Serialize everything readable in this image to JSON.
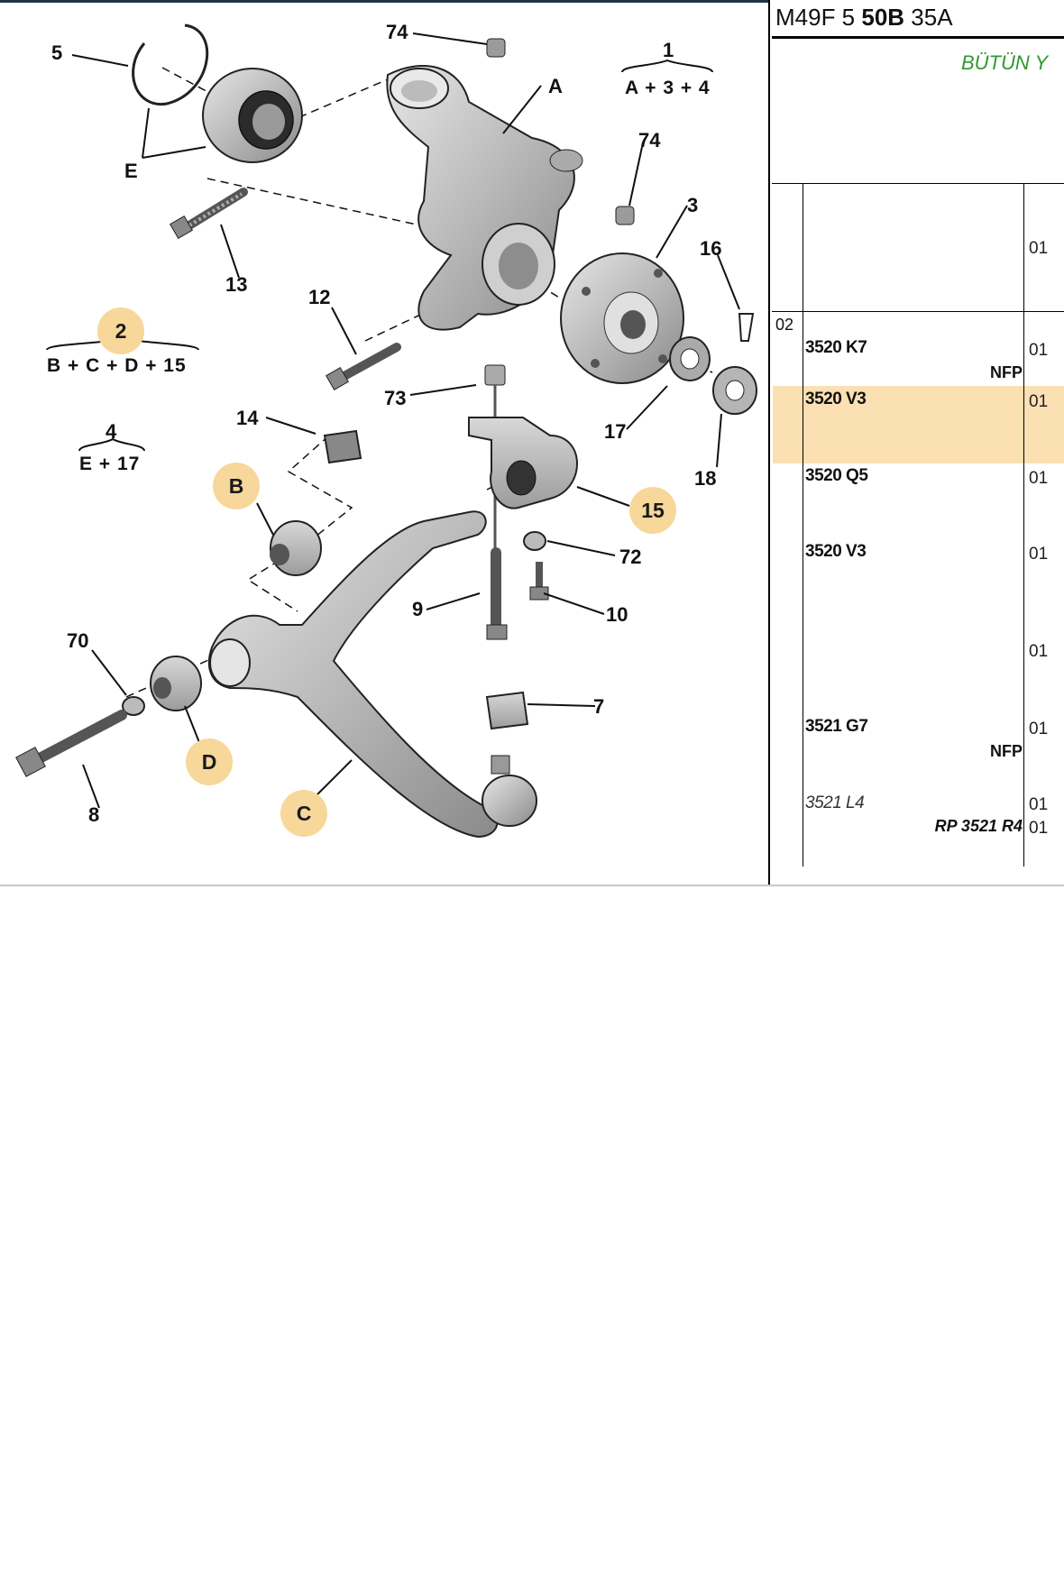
{
  "diagram": {
    "labels": {
      "l5": "5",
      "l74a": "74",
      "l1": "1",
      "lA": "A",
      "f1": "A + 3 + 4",
      "lE": "E",
      "l74b": "74",
      "l3": "3",
      "l16": "16",
      "l13": "13",
      "l12": "12",
      "f2": "B + C + D + 15",
      "l73": "73",
      "l14": "14",
      "l4": "4",
      "f4": "E + 17",
      "l17": "17",
      "l18": "18",
      "l72": "72",
      "l9": "9",
      "l10": "10",
      "l70": "70",
      "l7": "7",
      "l8": "8"
    },
    "badges": {
      "b2": "2",
      "bB": "B",
      "b15": "15",
      "bD": "D",
      "bC": "C"
    }
  },
  "panel": {
    "ref_plain1": "M49F 5 ",
    "ref_bold": "50B",
    "ref_plain2": " 35A",
    "scope": "BÜTÜN Y",
    "group_code": "02",
    "rows": [
      {
        "ref": "",
        "qty": "01"
      },
      {
        "ref": "3520 K7",
        "note": "NFP",
        "qty": "01"
      },
      {
        "ref": "3520 V3",
        "qty": "01",
        "highlight": true
      },
      {
        "ref": "3520 Q5",
        "qty": "01"
      },
      {
        "ref": "3520 V3",
        "qty": "01"
      },
      {
        "ref": "",
        "qty": "01"
      },
      {
        "ref": "3521 G7",
        "note": "NFP",
        "qty": "01"
      },
      {
        "ref": "3521 L4",
        "qty": "01",
        "italic": true
      },
      {
        "note": "RP 3521 R4",
        "qty": "01"
      }
    ]
  },
  "colors": {
    "badge": "#f7d79a",
    "highlight": "#fbe0b3",
    "scope_green": "#2e9a2e",
    "part_gray": "#bdbdbd"
  }
}
